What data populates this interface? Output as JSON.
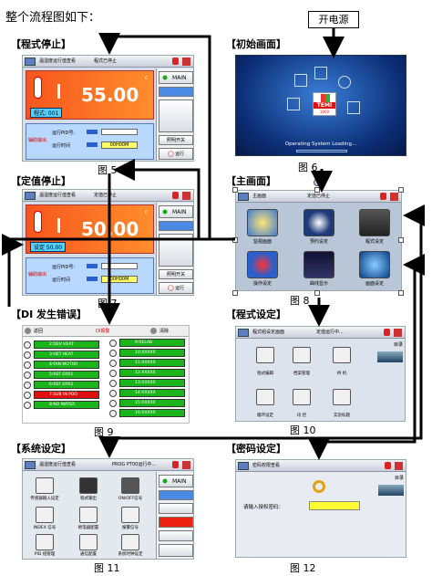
{
  "title": "整个流程图如下：",
  "power_box": "开电源",
  "sections": {
    "program_stop": "【程式停止】",
    "init_screen": "【初始画面】",
    "fixed_stop": "【定值停止】",
    "main_screen": "【主画面】",
    "di_error": "【DI 发生错误】",
    "program_setting": "【程式设定】",
    "system_setting": "【系统设定】",
    "password_setting": "【密码设定】"
  },
  "captions": {
    "fig5": "图 5",
    "fig6": "图 6",
    "fig7": "图 7",
    "fig8": "图 8",
    "fig9": "图 9",
    "fig10": "图 10",
    "fig11": "图 11",
    "fig12": "图 12"
  },
  "fig5": {
    "bar_title": "温湿度运行值查看",
    "bar_status": "程式已停止",
    "value": "55.00",
    "unit": "c",
    "program_label": "程式: 001",
    "info_side": "辅助输出",
    "row1": "运行PID号:",
    "row2": "运行时间",
    "row2_val": "00H00M",
    "main_btn": "MAIN",
    "light_btn": "照明开关",
    "run_btn": "运行"
  },
  "fig6": {
    "status": "Operating System Loading...",
    "logo_text": "TEMI",
    "logo_sub": "1000"
  },
  "fig7": {
    "bar_title": "温湿度运行值查看",
    "bar_status": "定值已停止",
    "value": "50.00",
    "unit": "c",
    "setpoint_label": "设定 50.00",
    "info_side": "辅助输出",
    "row1": "运行PID号:",
    "row2": "运行时间",
    "row2_val": "00H00M",
    "main_btn": "MAIN",
    "light_btn": "照明开关",
    "run_btn": "运行"
  },
  "fig8": {
    "bar_title": "主画面",
    "bar_status": "定值已停止",
    "items": [
      "监视画面",
      "预约设定",
      "程式设定",
      "操作设定",
      "曲线显示",
      "画面设定"
    ]
  },
  "fig9": {
    "back": "返回",
    "header": "DI报警",
    "clear": "清除",
    "left_items": [
      "2:DEV HEAT",
      "3:HET HEAT",
      "4:FAN MOTOR",
      "5:REF ERR1",
      "6:REF ERR2",
      "7:SUB IN POO",
      "8:NO WATER"
    ],
    "right_items": [
      "9:RELAB",
      "10:XXXXX",
      "11:XXXXX",
      "12:XXXXX",
      "13:XXXXX",
      "14:XXXXX",
      "15:XXXXX",
      "16:XXXXX"
    ],
    "red_index": 5
  },
  "fig10": {
    "bar_title": "程式组设定画面",
    "bar_status": "定值运行中...",
    "back": "目录",
    "items": [
      "程式编辑",
      "档案管理",
      "待 机",
      "循环设定",
      "讯 控",
      "实验标题"
    ]
  },
  "fig11": {
    "bar_title": "温湿度运行值查看",
    "bar_status": "PROG PT00运行中...",
    "main_btn": "MAIN",
    "items": [
      "传感器输入设定",
      "程式输出",
      "ON/OFF信号",
      "INDEX 信号",
      "继电器配置",
      "报警信号",
      "PID 组管理",
      "通信配置",
      "系统时钟设定"
    ]
  },
  "fig12": {
    "bar_title": "密码权限查看",
    "back": "目录",
    "prompt": "请输入授权密码："
  },
  "colors": {
    "accent_orange": "#f7561d",
    "accent_blue": "#2b5fcb",
    "green": "#1ab51a",
    "red": "#e01010",
    "yellow": "#ffff33"
  }
}
